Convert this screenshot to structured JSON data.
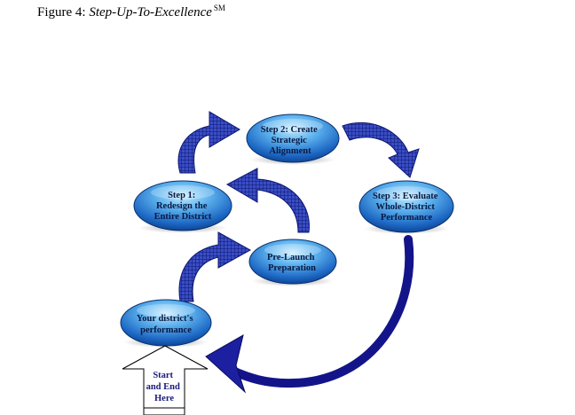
{
  "caption": {
    "prefix": "Figure 4: ",
    "title": "Step-Up-To-Excellence",
    "mark": "SM"
  },
  "nodes": {
    "step2": {
      "lines": [
        "Step 2: Create",
        "Strategic",
        "Alignment"
      ]
    },
    "step1": {
      "lines": [
        "Step 1:",
        "Redesign the",
        "Entire District"
      ]
    },
    "step3": {
      "lines": [
        "Step 3: Evaluate",
        "Whole-District",
        "Performance"
      ]
    },
    "prelaunch": {
      "lines": [
        "Pre-Launch",
        "Preparation"
      ]
    },
    "performance": {
      "lines": [
        "Your district's",
        "performance"
      ]
    }
  },
  "start_arrow": {
    "lines": [
      "Start",
      "and End",
      "Here"
    ]
  },
  "colors": {
    "node_dark": "#0a3a86",
    "node_light": "#7ec8f6",
    "curved_arrow": "#1f2b9a",
    "return_arrow": "#14148a"
  }
}
